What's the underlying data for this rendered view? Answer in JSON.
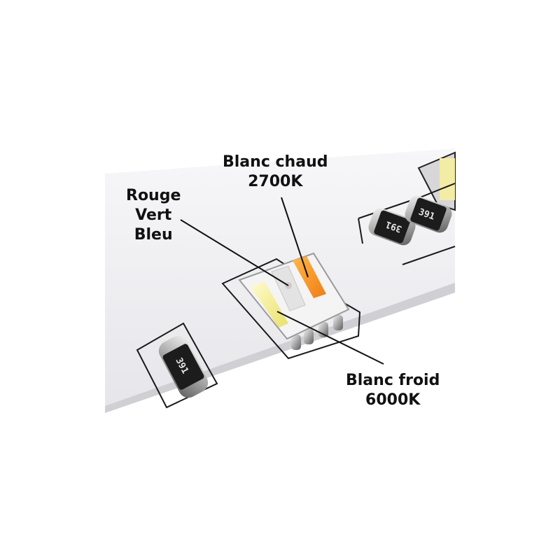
{
  "labels": {
    "warm_white": {
      "line1": "Blanc chaud",
      "line2": "2700K"
    },
    "rgb": {
      "line1": "Rouge",
      "line2": "Vert",
      "line3": "Bleu"
    },
    "cold_white": {
      "line1": "Blanc froid",
      "line2": "6000K"
    }
  },
  "resistors": {
    "code": "391"
  },
  "colors": {
    "strip": "#f3f3f5",
    "warm_white_die": "#f59a2a",
    "cold_white_die": "#f2ee9c",
    "rgb_die": "#e4e4e4",
    "trace": "#1a1a1a"
  }
}
